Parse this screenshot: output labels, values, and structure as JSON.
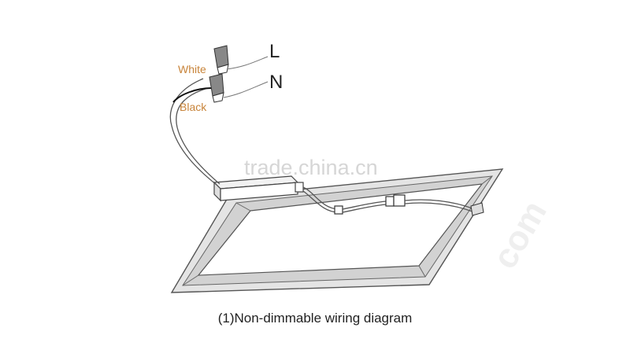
{
  "labels": {
    "white_wire": "White",
    "black_wire": "Black",
    "live": "L",
    "neutral": "N"
  },
  "watermark": {
    "main": "trade.china.cn",
    "side": "com"
  },
  "caption": "(1)Non-dimmable wiring diagram",
  "colors": {
    "wire_label": "#c8843a",
    "line": "#555555",
    "panel_frame": "#c9c9c9"
  }
}
